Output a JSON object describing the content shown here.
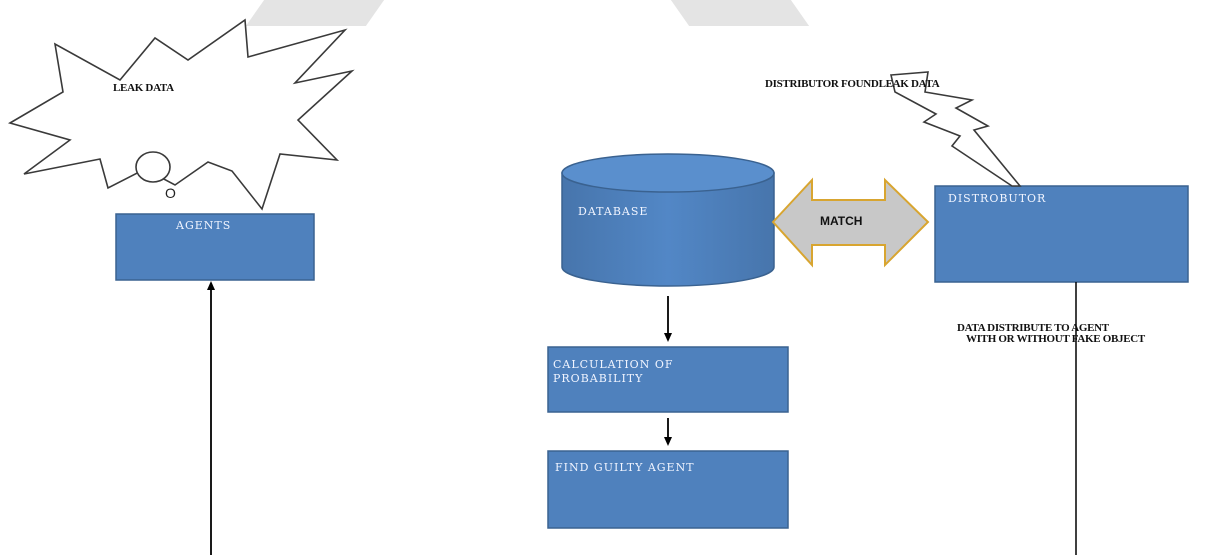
{
  "nodes": {
    "leak_data": "LEAK DATA",
    "thought_o": "O",
    "agents": "AGENTS",
    "database": "DATABASE",
    "match": "MATCH",
    "distributor": "DISTROBUTOR",
    "distributor_found": "DISTRIBUTOR FOUNDLEAK DATA",
    "calc_line1": "CALCULATION OF",
    "calc_line2": "PROBABILITY",
    "find_guilty": "FIND GUILTY AGENT",
    "distribute_line1": "DATA DISTRIBUTE TO AGENT",
    "distribute_line2": "WITH OR WITHOUT FAKE OBJECT"
  },
  "colors": {
    "box_fill": "#4f81bd",
    "box_stroke": "#3a6290",
    "arrow_fill": "#c8c8c8",
    "arrow_stroke": "#d8a530",
    "line": "#000000"
  }
}
